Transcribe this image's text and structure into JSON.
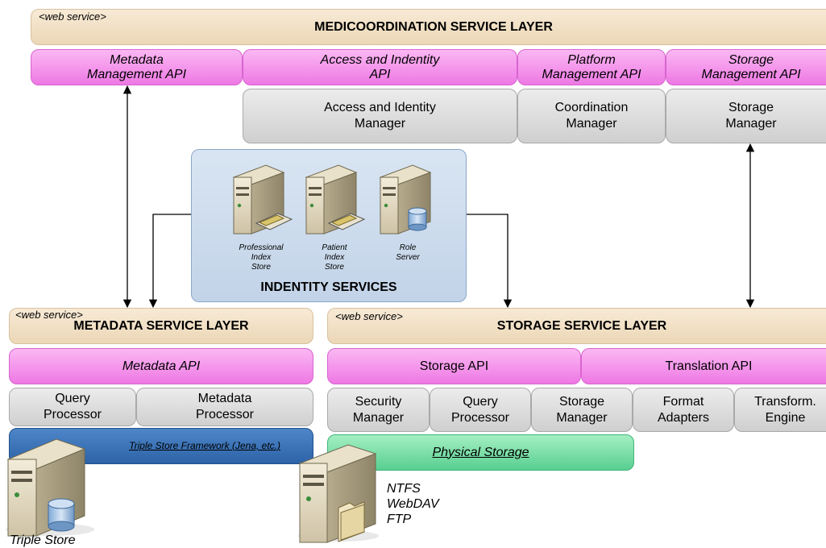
{
  "top_layer": {
    "tag": "<web service>",
    "title": "MEDICOORDINATION SERVICE LAYER",
    "apis": [
      {
        "label": "Metadata\nManagement API"
      },
      {
        "label": "Access and Indentity\nAPI"
      },
      {
        "label": "Platform\nManagement API"
      },
      {
        "label": "Storage\nManagement API"
      }
    ],
    "managers": [
      {
        "label": "Access and Identity\nManager"
      },
      {
        "label": "Coordination\nManager"
      },
      {
        "label": "Storage\nManager"
      }
    ]
  },
  "identity_services": {
    "title": "INDENTITY SERVICES",
    "servers": [
      {
        "label": "Professional\nIndex\nStore",
        "icon": "server-index-icon"
      },
      {
        "label": "Patient\nIndex\nStore",
        "icon": "server-index-icon"
      },
      {
        "label": "Role\nServer",
        "icon": "server-database-icon"
      }
    ]
  },
  "metadata_layer": {
    "tag": "<web service>",
    "title": "METADATA SERVICE LAYER",
    "api": "Metadata API",
    "components": [
      {
        "label": "Query\nProcessor"
      },
      {
        "label": "Metadata\nProcessor"
      }
    ],
    "framework": "Triple Store Framework (Jena, etc.)",
    "store_label": "Triple Store"
  },
  "storage_layer": {
    "tag": "<web service>",
    "title": "STORAGE SERVICE LAYER",
    "apis": [
      {
        "label": "Storage API"
      },
      {
        "label": "Translation API"
      }
    ],
    "components": [
      {
        "label": "Security\nManager"
      },
      {
        "label": "Query\nProcessor"
      },
      {
        "label": "Storage\nManager"
      },
      {
        "label": "Format\nAdapters"
      },
      {
        "label": "Transform.\nEngine"
      }
    ],
    "physical": "Physical Storage",
    "protocols": "NTFS\nWebDAV\nFTP"
  },
  "colors": {
    "layer": "#f0dcc0",
    "api": "#f58ceb",
    "component": "#dcdcdc",
    "framework": "#3a71b8",
    "physical": "#78dca6",
    "identity": "#cddcee"
  }
}
